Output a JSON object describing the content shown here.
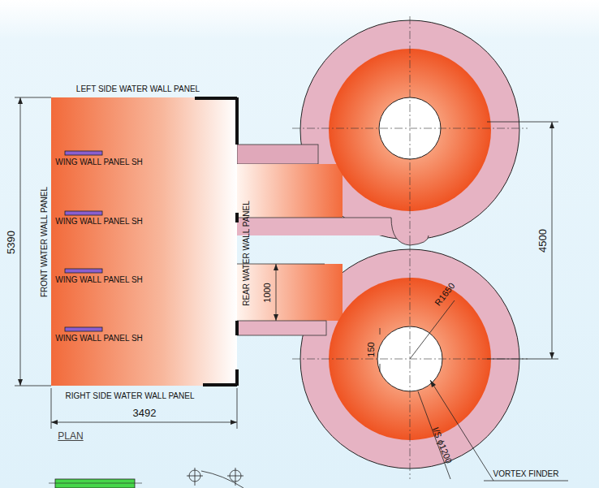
{
  "diagram": {
    "labels": [
      "LEFT SIDE WATER WALL PANEL",
      "WING WALL PANEL SH",
      "WING WALL PANEL SH",
      "WING WALL PANEL SH",
      "WING WALL PANEL SH",
      "FRONT WATER WALL PANEL",
      "REAR WATER WALL PANEL",
      "5390",
      "1000",
      "RIGHT SIDE WATER WALL PANEL",
      "3492",
      "PLAN",
      "4500",
      "R1650",
      "150",
      "I/S ϕ1200",
      "VORTEX FINDER"
    ]
  }
}
